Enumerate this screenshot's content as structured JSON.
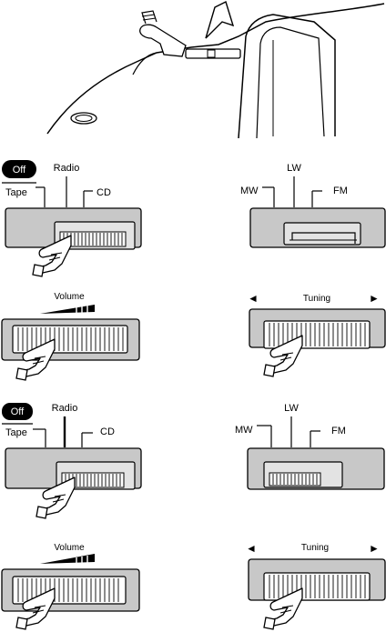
{
  "diagram": {
    "source_labels": {
      "off": "Off",
      "tape": "Tape",
      "radio": "Radio",
      "cd": "CD"
    },
    "band_labels": {
      "mw": "MW",
      "lw": "LW",
      "fm": "FM"
    },
    "volume_label": "Volume",
    "tuning_label": "Tuning",
    "tuning_left_arrow": "◄",
    "tuning_right_arrow": "►"
  }
}
